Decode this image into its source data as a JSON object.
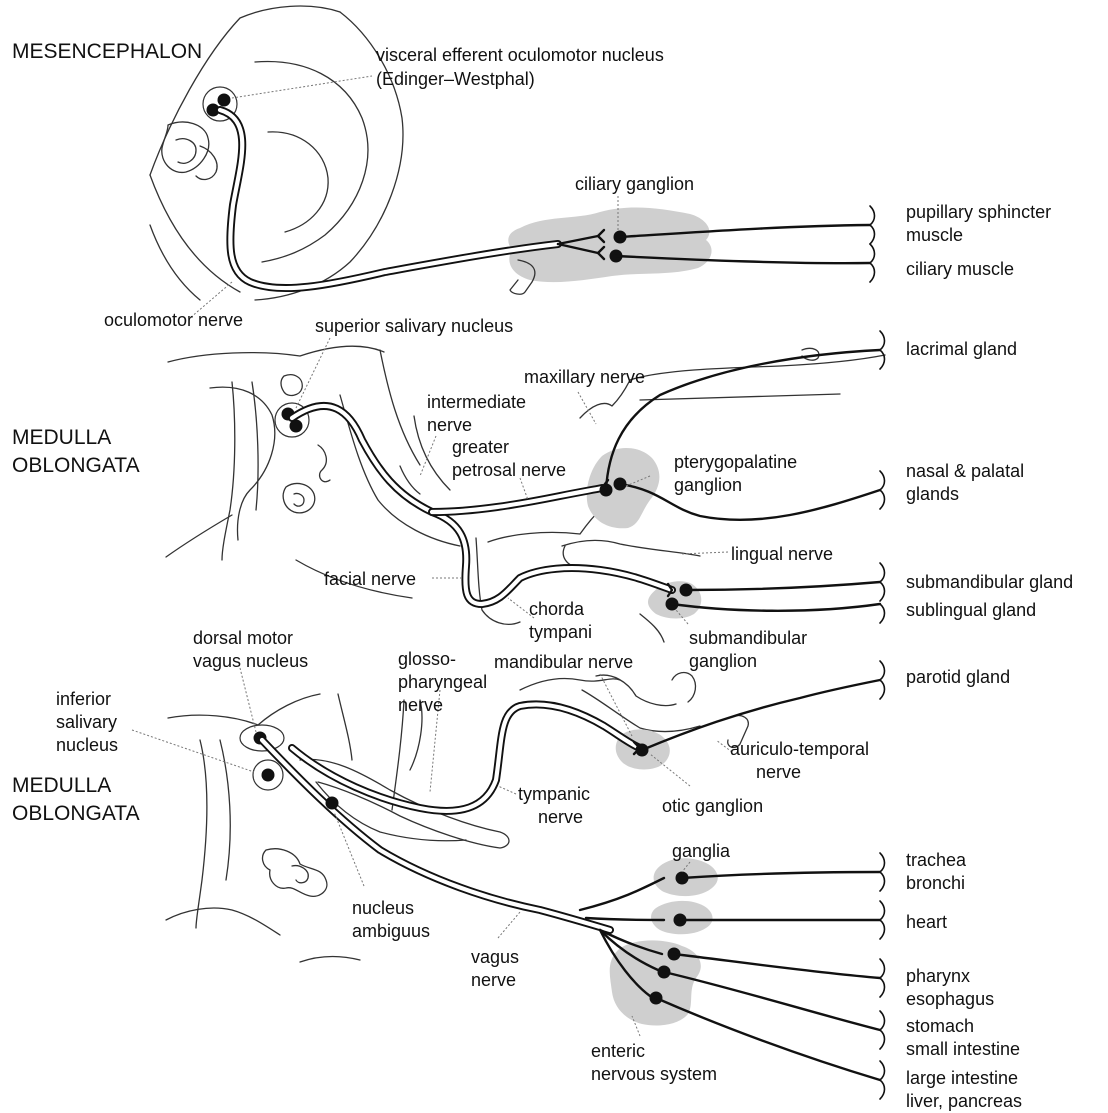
{
  "regions": {
    "mesencephalon": "MESENCEPHALON",
    "medulla_upper": [
      "MEDULLA",
      "OBLONGATA"
    ],
    "medulla_lower": [
      "MEDULLA",
      "OBLONGATA"
    ]
  },
  "labels": {
    "edinger_westphal": [
      "visceral efferent oculomotor nucleus",
      "(Edinger–Westphal)"
    ],
    "ciliary_ganglion": "ciliary ganglion",
    "oculomotor_nerve": "oculomotor nerve",
    "superior_salivary_nucleus": "superior salivary nucleus",
    "maxillary_nerve": "maxillary nerve",
    "intermediate_nerve": [
      "intermediate",
      "nerve"
    ],
    "greater_petrosal_nerve": [
      "greater",
      "petrosal nerve"
    ],
    "pterygopalatine_ganglion": [
      "pterygopalatine",
      "ganglion"
    ],
    "lingual_nerve": "lingual nerve",
    "facial_nerve": "facial nerve",
    "chorda_tympani": [
      "chorda",
      "tympani"
    ],
    "submandibular_ganglion": [
      "submandibular",
      "ganglion"
    ],
    "dorsal_motor_vagus_nucleus": [
      "dorsal motor",
      "vagus nucleus"
    ],
    "glossopharyngeal_nerve": [
      "glosso-",
      "pharyngeal",
      "nerve"
    ],
    "mandibular_nerve": "mandibular nerve",
    "inferior_salivary_nucleus": [
      "inferior",
      "salivary",
      "nucleus"
    ],
    "auriculotemporal_nerve": [
      "auriculo-temporal",
      "nerve"
    ],
    "tympanic_nerve": [
      "tympanic",
      "nerve"
    ],
    "otic_ganglion": "otic ganglion",
    "ganglia": "ganglia",
    "nucleus_ambiguus": [
      "nucleus",
      "ambiguus"
    ],
    "vagus_nerve": [
      "vagus",
      "nerve"
    ],
    "enteric_nervous_system": [
      "enteric",
      "nervous system"
    ]
  },
  "targets": {
    "pupillary_sphincter": [
      "pupillary sphincter",
      "muscle"
    ],
    "ciliary_muscle": "ciliary muscle",
    "lacrimal_gland": "lacrimal gland",
    "nasal_palatal_glands": [
      "nasal & palatal",
      "glands"
    ],
    "submandibular_gland": "submandibular gland",
    "sublingual_gland": "sublingual gland",
    "parotid_gland": "parotid gland",
    "trachea_bronchi": [
      "trachea",
      "bronchi"
    ],
    "heart": "heart",
    "pharynx_esophagus": [
      "pharynx",
      "esophagus"
    ],
    "stomach_small_intestine": [
      "stomach",
      "small intestine"
    ],
    "large_intestine_liver_pancreas": [
      "large intestine",
      "liver, pancreas"
    ]
  },
  "colors": {
    "ganglion_fill": "#cfcfcf",
    "fiber": "#111111",
    "outline": "#333333"
  }
}
